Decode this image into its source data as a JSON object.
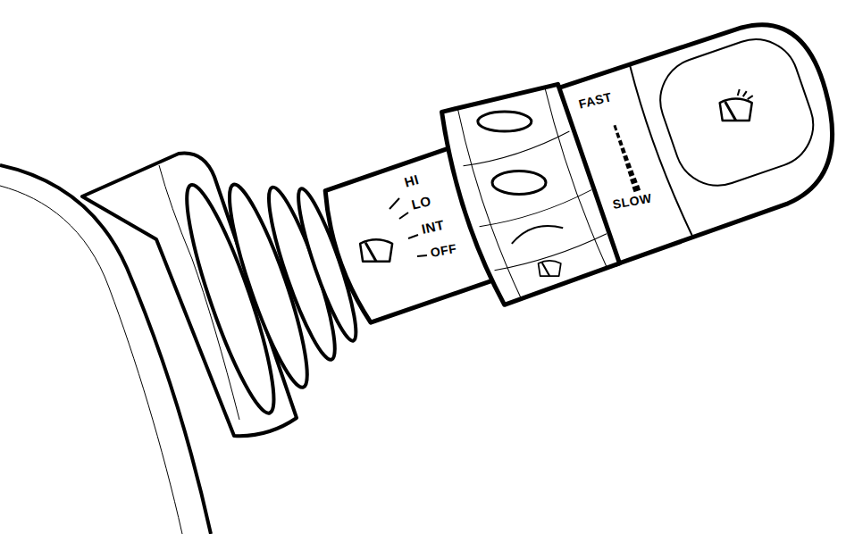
{
  "diagram": {
    "labels": [
      "HI",
      "LO",
      "INT",
      "OFF",
      "FAST",
      "SLOW"
    ]
  }
}
